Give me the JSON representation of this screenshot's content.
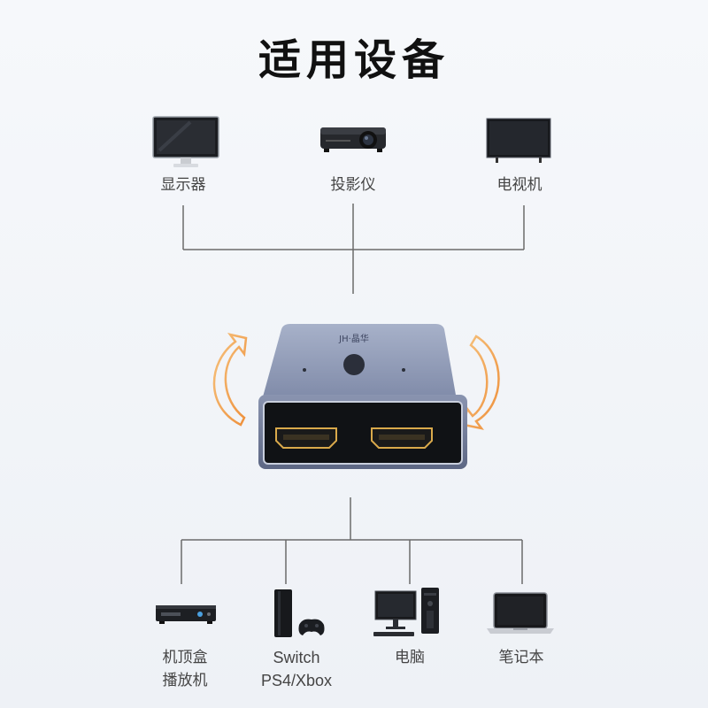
{
  "title": "适用设备",
  "top_devices": [
    {
      "label": "显示器",
      "icon": "monitor-icon"
    },
    {
      "label": "投影仪",
      "icon": "projector-icon"
    },
    {
      "label": "电视机",
      "icon": "tv-icon"
    }
  ],
  "bottom_devices": [
    {
      "label_line1": "机顶盒",
      "label_line2": "播放机",
      "icon": "set-top-box-icon"
    },
    {
      "label_line1": "Switch",
      "label_line2": "PS4/Xbox",
      "icon": "game-console-icon"
    },
    {
      "label_line1": "电脑",
      "label_line2": "",
      "icon": "desktop-computer-icon"
    },
    {
      "label_line1": "笔记本",
      "label_line2": "",
      "icon": "laptop-icon"
    }
  ],
  "switch": {
    "brand": "JH·晶华",
    "icon": "hdmi-switch-icon",
    "port_icon": "hdmi-port-icon"
  },
  "colors": {
    "line": "#6b6b6b",
    "arrow": "#f0a24a",
    "switch_body": "#7f8aa8"
  }
}
